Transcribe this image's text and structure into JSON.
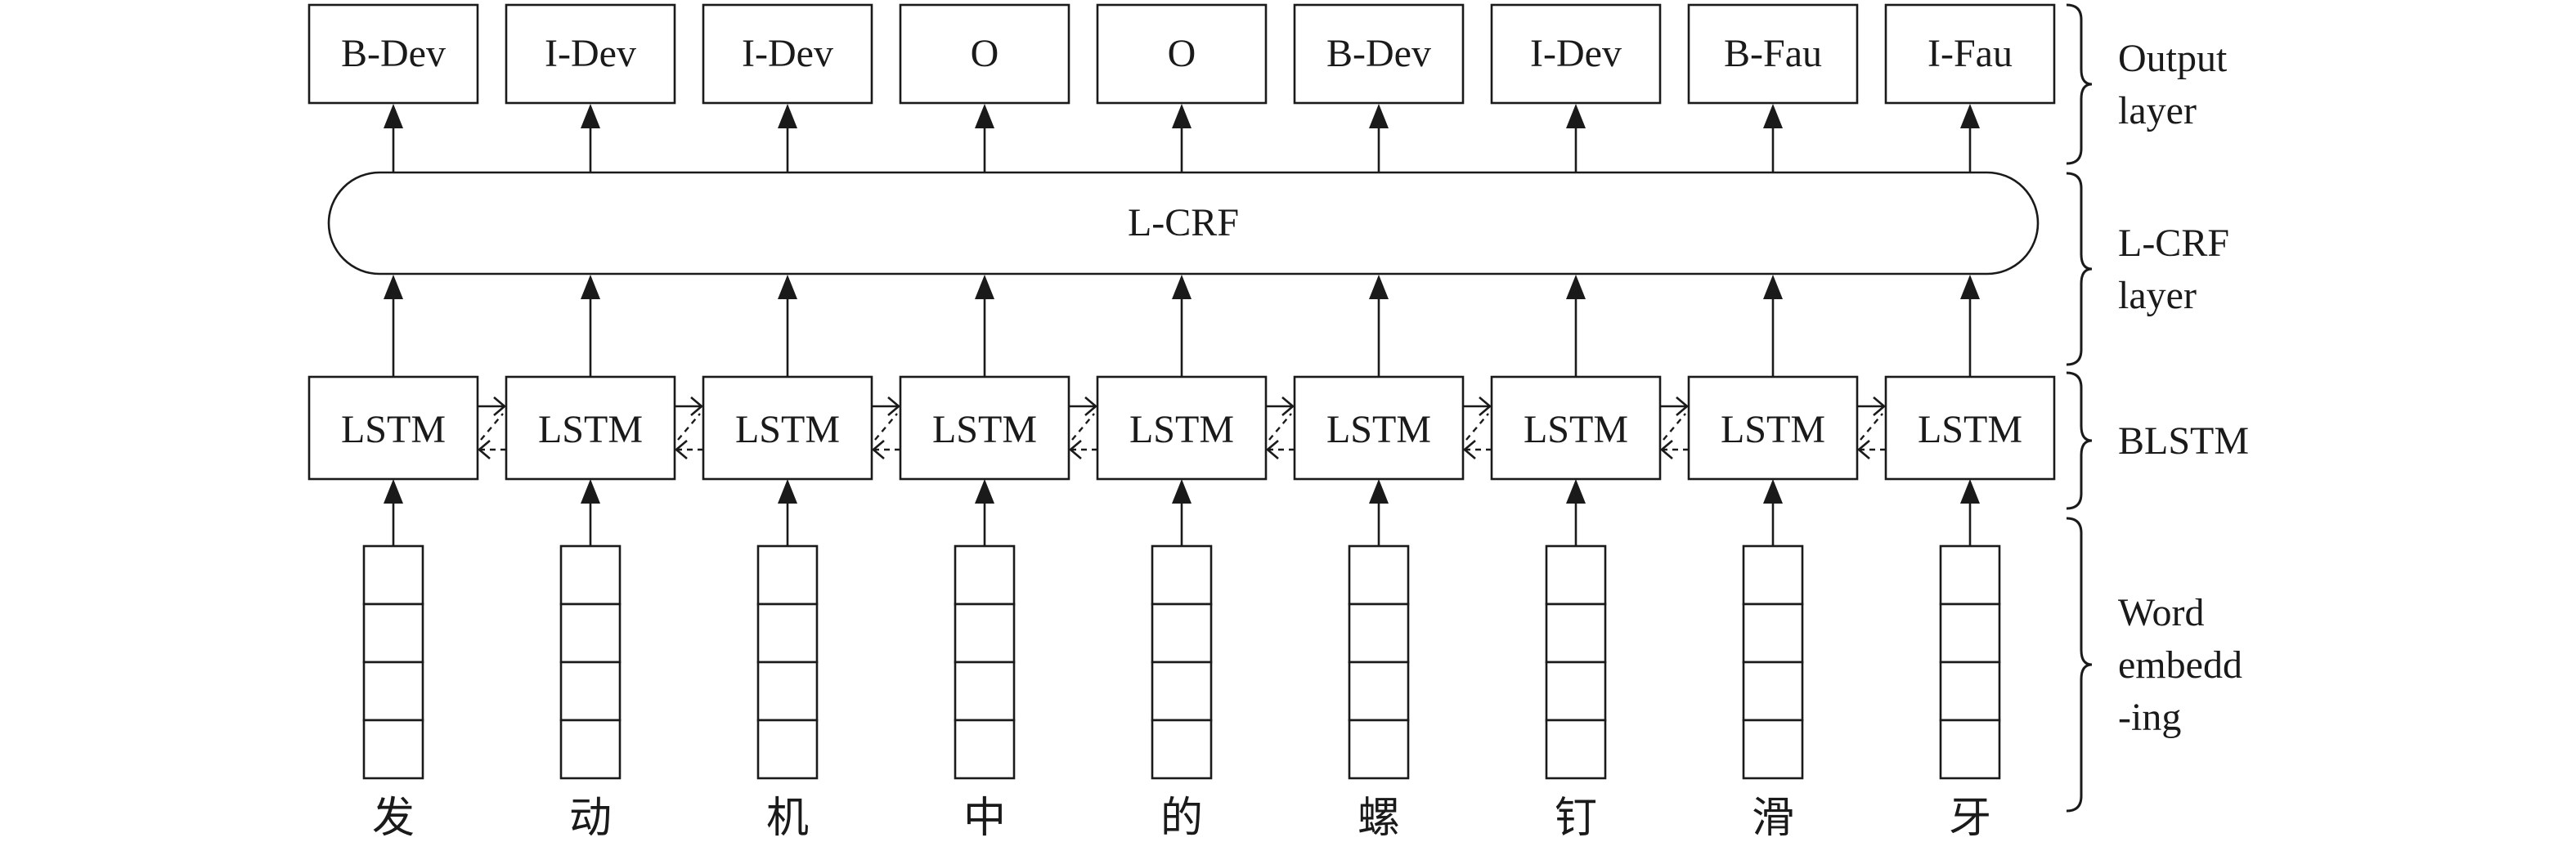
{
  "output_tags": [
    "B-Dev",
    "I-Dev",
    "I-Dev",
    "O",
    "O",
    "B-Dev",
    "I-Dev",
    "B-Fau",
    "I-Fau"
  ],
  "crf_label": "L-CRF",
  "lstm_label": "LSTM",
  "words": [
    "发",
    "动",
    "机",
    "中",
    "的",
    "螺",
    "钉",
    "滑",
    "牙"
  ],
  "layers": [
    {
      "lines": [
        "Output",
        "layer"
      ]
    },
    {
      "lines": [
        "L-CRF",
        "layer"
      ]
    },
    {
      "lines": [
        "BLSTM"
      ]
    },
    {
      "lines": [
        "Word",
        "embedd",
        "-ing"
      ]
    }
  ]
}
